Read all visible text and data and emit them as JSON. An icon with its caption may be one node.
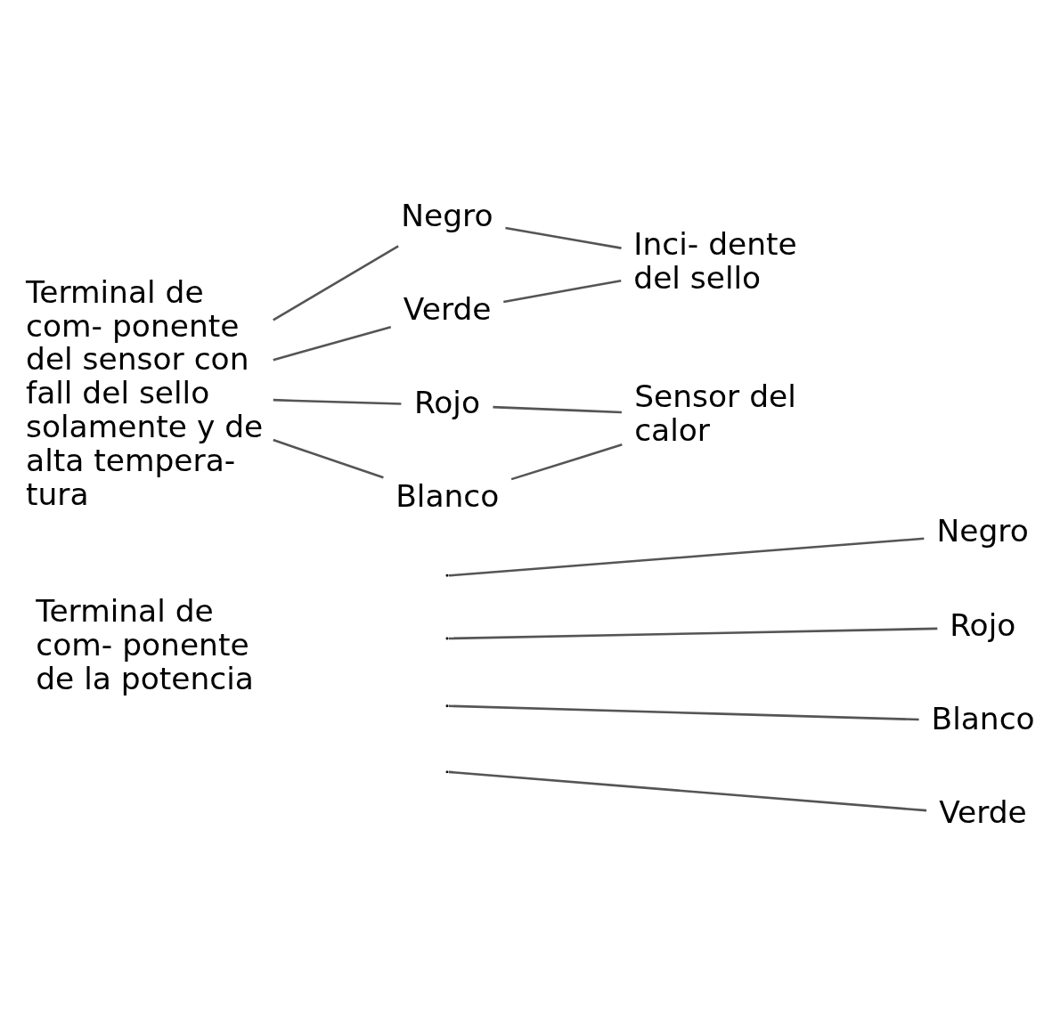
{
  "diagram": {
    "nodes": [
      {
        "text": [
          "Terminal de com- ponente de la potencia"
        ]
      },
      {
        "text": [
          "Negro"
        ]
      },
      {
        "text": [
          "Rojo"
        ]
      },
      {
        "text": [
          "Blanco"
        ]
      },
      {
        "text": [
          "Verde"
        ]
      },
      {
        "text": [
          "Terminal de com- ponente del sensor con fall del sello solamente y de alta tempera- tura"
        ]
      },
      {
        "text": [
          "Negro"
        ]
      },
      {
        "text": [
          "Verde"
        ]
      },
      {
        "text": [
          "Rojo"
        ]
      },
      {
        "text": [
          "Blanco"
        ]
      },
      {
        "text": [
          "Inci- dente del sello"
        ]
      },
      {
        "text": [
          "Sensor del calor"
        ]
      }
    ],
    "edges": [
      {
        "from": null,
        "to": 1,
        "arrow": "none"
      },
      {
        "from": null,
        "to": 2,
        "arrow": "none"
      },
      {
        "from": null,
        "to": 3,
        "arrow": "none"
      },
      {
        "from": null,
        "to": 4,
        "arrow": "none"
      },
      {
        "from": 5,
        "to": 6,
        "arrow": "none"
      },
      {
        "from": 5,
        "to": 7,
        "arrow": "none"
      },
      {
        "from": 5,
        "to": 8,
        "arrow": "none"
      },
      {
        "from": 5,
        "to": 9,
        "arrow": "none"
      },
      {
        "from": 6,
        "to": 10,
        "arrow": "none"
      },
      {
        "from": 7,
        "to": 10,
        "arrow": "none"
      },
      {
        "from": 8,
        "to": 11,
        "arrow": "none"
      },
      {
        "from": 9,
        "to": 11,
        "arrow": "none"
      }
    ]
  }
}
